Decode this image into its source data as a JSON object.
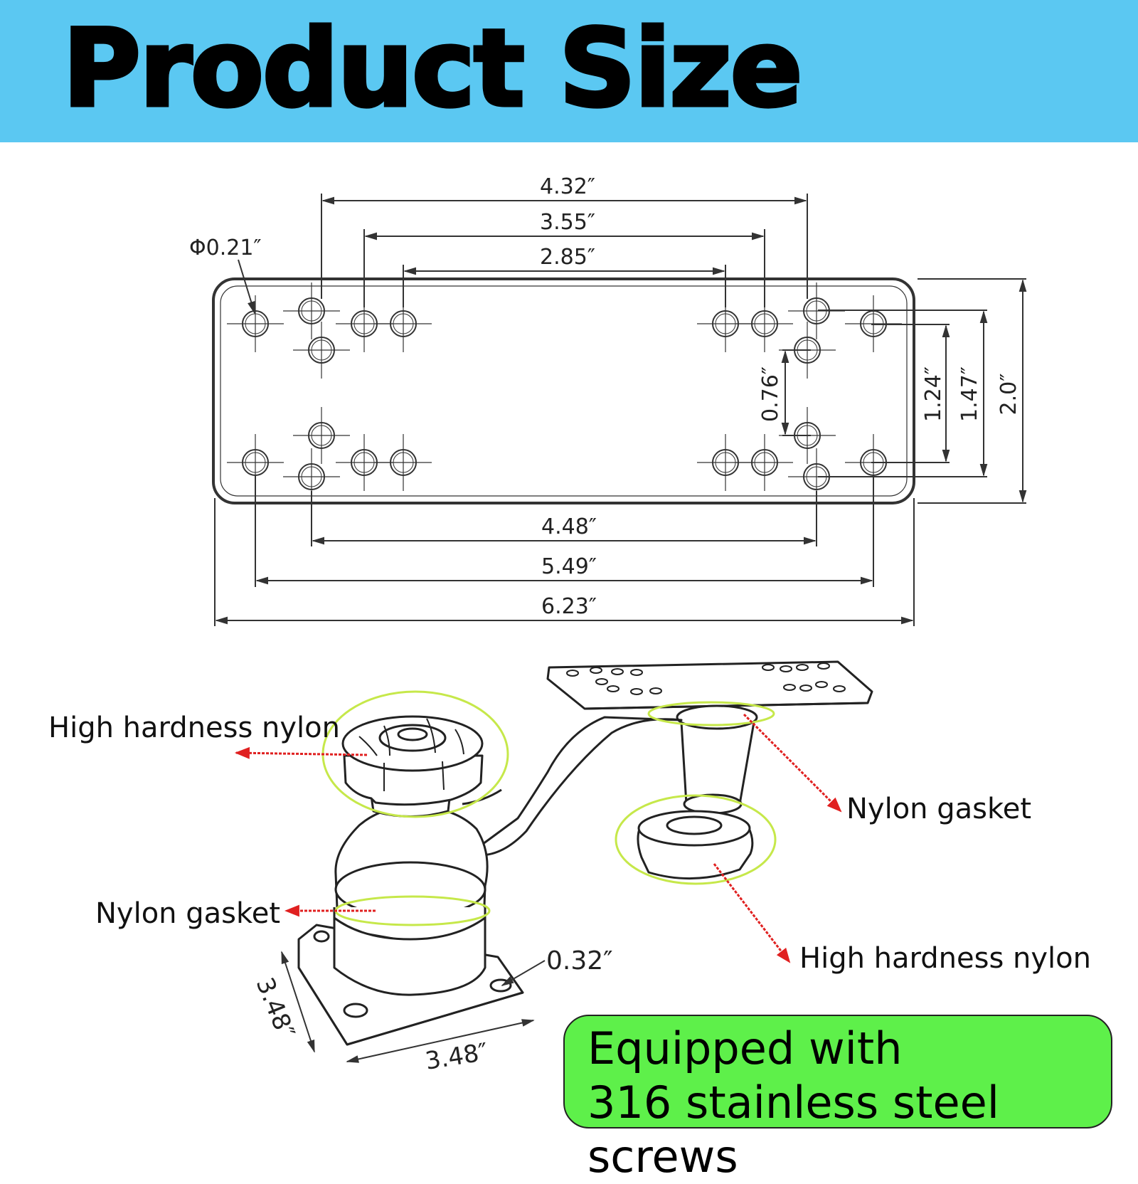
{
  "header": {
    "title": "Product Size",
    "background": "#5bc8f2"
  },
  "plate": {
    "hole_diameter": "Φ0.21″",
    "top_dimensions": [
      "4.32″",
      "3.55″",
      "2.85″"
    ],
    "bottom_dimensions": [
      "4.48″",
      "5.49″",
      "6.23″"
    ],
    "vertical_dimensions": [
      "0.76″",
      "1.24″",
      "1.47″",
      "2.0″"
    ]
  },
  "mount": {
    "base_width": "3.48″",
    "base_depth": "3.48″",
    "base_hole": "0.32″"
  },
  "callouts": {
    "knob_left": "High hardness nylon",
    "gasket_left": "Nylon gasket",
    "gasket_right": "Nylon gasket",
    "knob_right": "High hardness nylon",
    "highlight_color": "#c6e84a",
    "arrow_color": "#e02020"
  },
  "feature": {
    "line1": "Equipped with",
    "line2": "316 stainless steel screws",
    "background": "#5ef04a"
  }
}
